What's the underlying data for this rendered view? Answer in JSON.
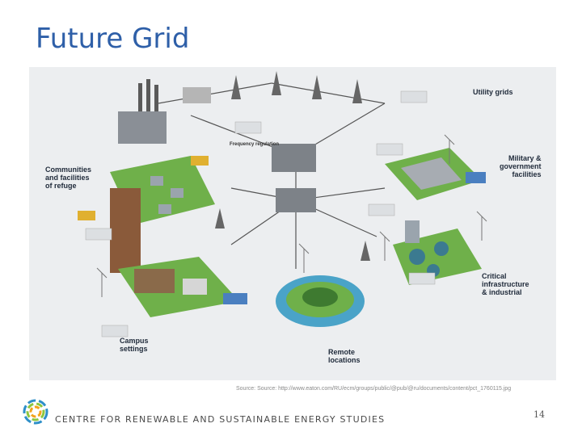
{
  "slide": {
    "title": "Future Grid",
    "page_number": "14"
  },
  "illustration": {
    "labels": {
      "utility_grids": "Utility grids",
      "frequency_regulation": "Frequency regulation",
      "communities_1": "Communities",
      "communities_2": "and facilities",
      "communities_3": "of refuge",
      "military_1": "Military &",
      "military_2": "government",
      "military_3": "facilities",
      "critical_1": "Critical",
      "critical_2": "infrastructure",
      "critical_3": "& industrial",
      "campus_1": "Campus",
      "campus_2": "settings",
      "remote_1": "Remote",
      "remote_2": "locations"
    },
    "source": "Source: Source: http://www.eaton.com/RU/ecm/groups/public/@pub/@ru/documents/content/pct_1760115.jpg"
  },
  "footer": {
    "organization": "CENTRE FOR RENEWABLE AND SUSTAINABLE ENERGY STUDIES"
  },
  "colors": {
    "title": "#2e5fa8",
    "grass": "#6fb04a",
    "water": "#4aa3c8",
    "pylon": "#555555"
  }
}
